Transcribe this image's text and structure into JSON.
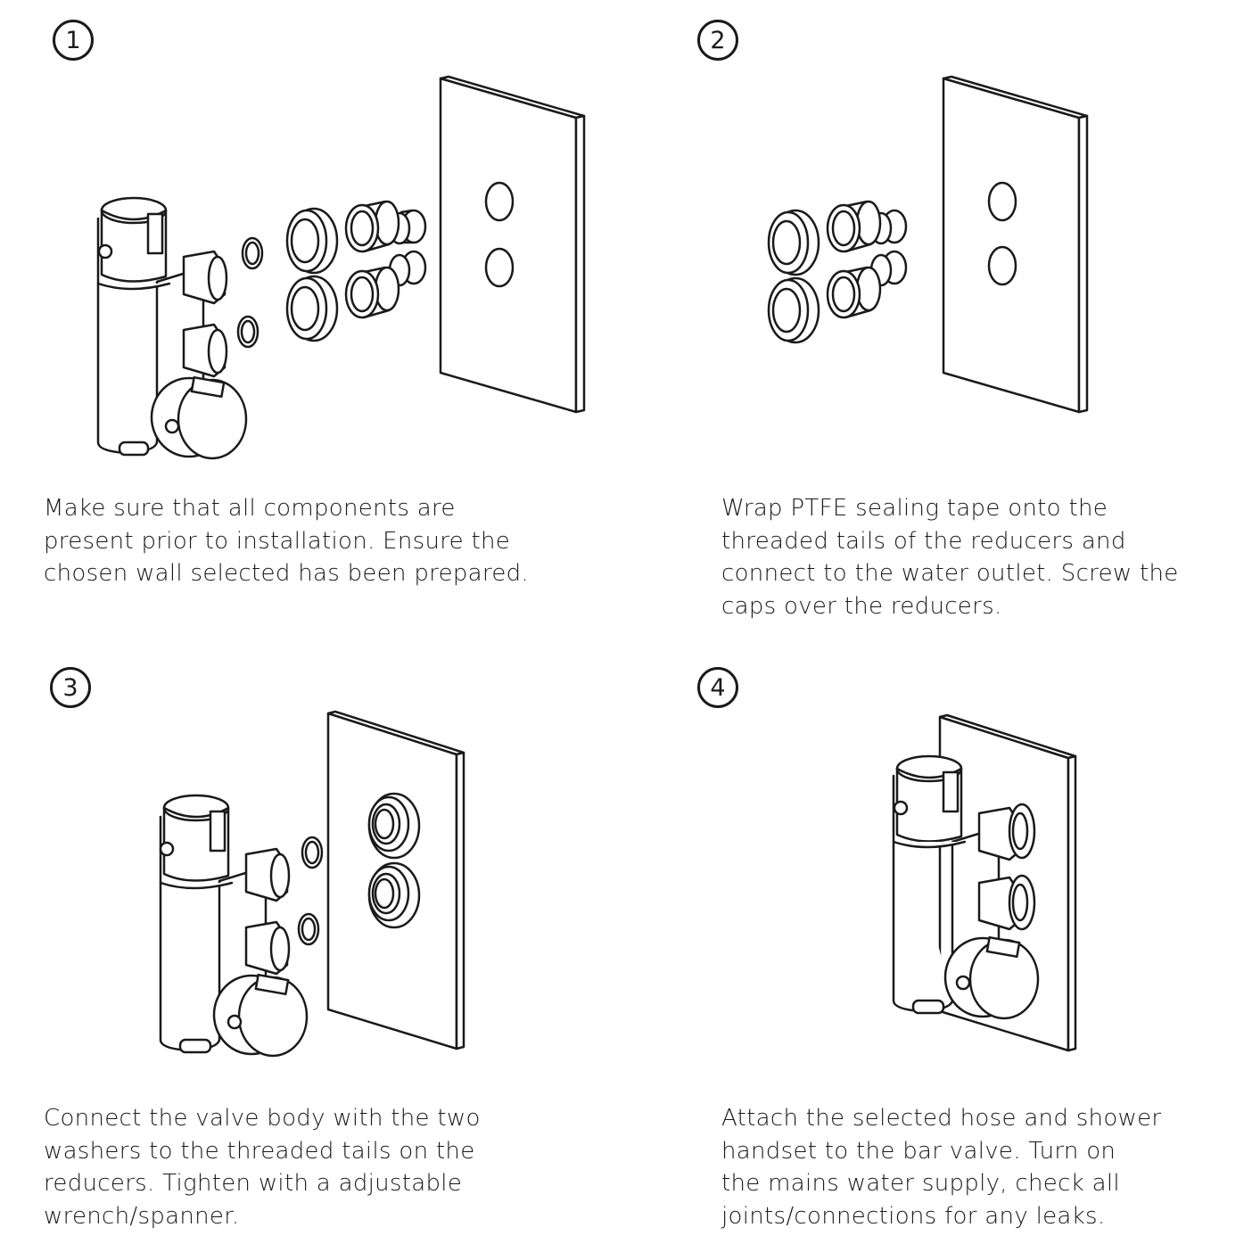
{
  "steps": [
    {
      "number": "1",
      "text": "Make sure that all components are\npresent prior to installation. Ensure the\nchosen wall selected has been prepared."
    },
    {
      "number": "2",
      "text": "Wrap PTFE sealing tape onto the\nthreaded tails of the reducers and\nconnect to the water outlet. Screw the\ncaps over the reducers."
    },
    {
      "number": "3",
      "text": "Connect the valve body with the two\nwashers to the threaded tails on the\nreducers. Tighten with a adjustable\nwrench/spanner."
    },
    {
      "number": "4",
      "text": "Attach the selected hose and shower\nhandset to the bar valve. Turn on\nthe mains water supply, check all\njoints/connections for any leaks."
    }
  ]
}
